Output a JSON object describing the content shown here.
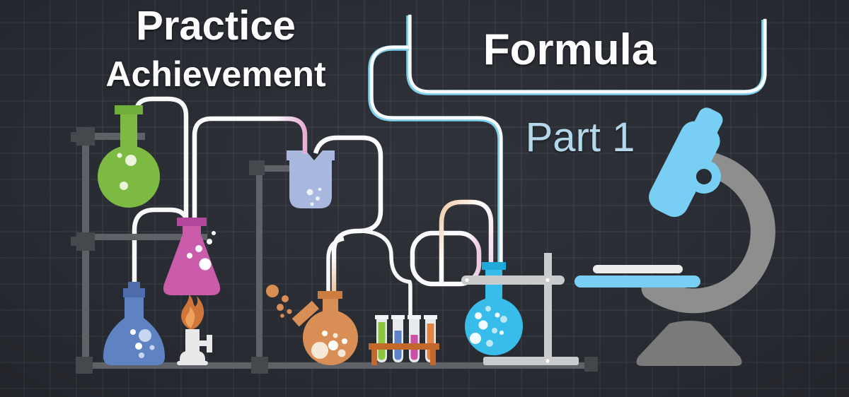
{
  "slide": {
    "title_line1": "Practice",
    "title_line2": "Achievement",
    "heading": "Formula",
    "subheading": "Part 1"
  },
  "palette": {
    "background": "#292c33",
    "grid_line": "#3a3e47",
    "text_primary": "#fdfdfd",
    "text_accent": "#b4d8ea",
    "tube_white": "#f8f8f8",
    "tube_cyan_tint": "#7ed0ec",
    "tube_pink_tint": "#eab7d9",
    "tube_orange_tint": "#efc9a4",
    "flask_green": "#7cba43",
    "flask_pink": "#ca5cab",
    "flask_blue": "#5f82c2",
    "flask_cyan": "#38bce9",
    "flask_orange": "#d98e55",
    "beaker_periwinkle": "#a9b8de",
    "rack_orange": "#c2682a",
    "liquid_green": "#8cc63f",
    "liquid_blue": "#5c83c9",
    "liquid_magenta": "#ce4fa6",
    "liquid_orange": "#e0854a",
    "flame_outer": "#d1763a",
    "flame_inner": "#eda25e",
    "stand_dark": "#5e6165",
    "stand_joint": "#45484c",
    "stand_light": "#c9cbcc",
    "microscope_gray": "#8e8e8e",
    "microscope_base": "#7a7a7a",
    "microscope_blue": "#79cff3"
  },
  "equipment": [
    "round-flask-green",
    "erlenmeyer-flask-pink",
    "flat-flask-blue",
    "beaker-periwinkle",
    "round-flask-orange",
    "round-flask-cyan",
    "test-tube-rack",
    "bunsen-burner",
    "microscope",
    "lab-stand",
    "glass-tubing"
  ]
}
